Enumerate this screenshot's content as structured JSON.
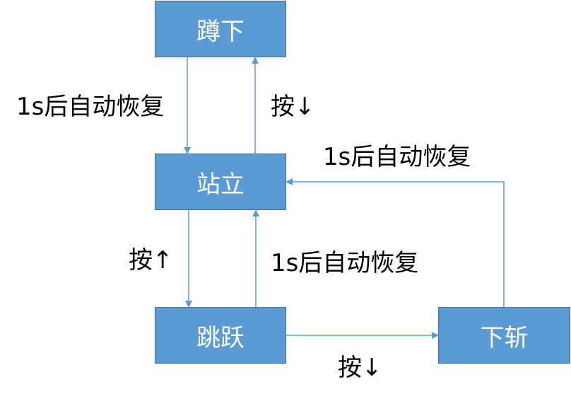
{
  "nodes": {
    "crouch": "蹲下",
    "stand": "站立",
    "jump": "跳跃",
    "down_slash": "下斩"
  },
  "edge_labels": {
    "crouch_to_stand": "1s后自动恢复",
    "stand_to_crouch": "按↓",
    "down_slash_to_stand": "1s后自动恢复",
    "stand_to_jump": "按↑",
    "jump_to_stand": "1s后自动恢复",
    "jump_to_down_slash": "按↓"
  },
  "colors": {
    "node_fill": "#5b9bd5",
    "node_border": "#41719c",
    "edge": "#5b9bd5",
    "node_text": "#ffffff",
    "label_text": "#000000"
  }
}
